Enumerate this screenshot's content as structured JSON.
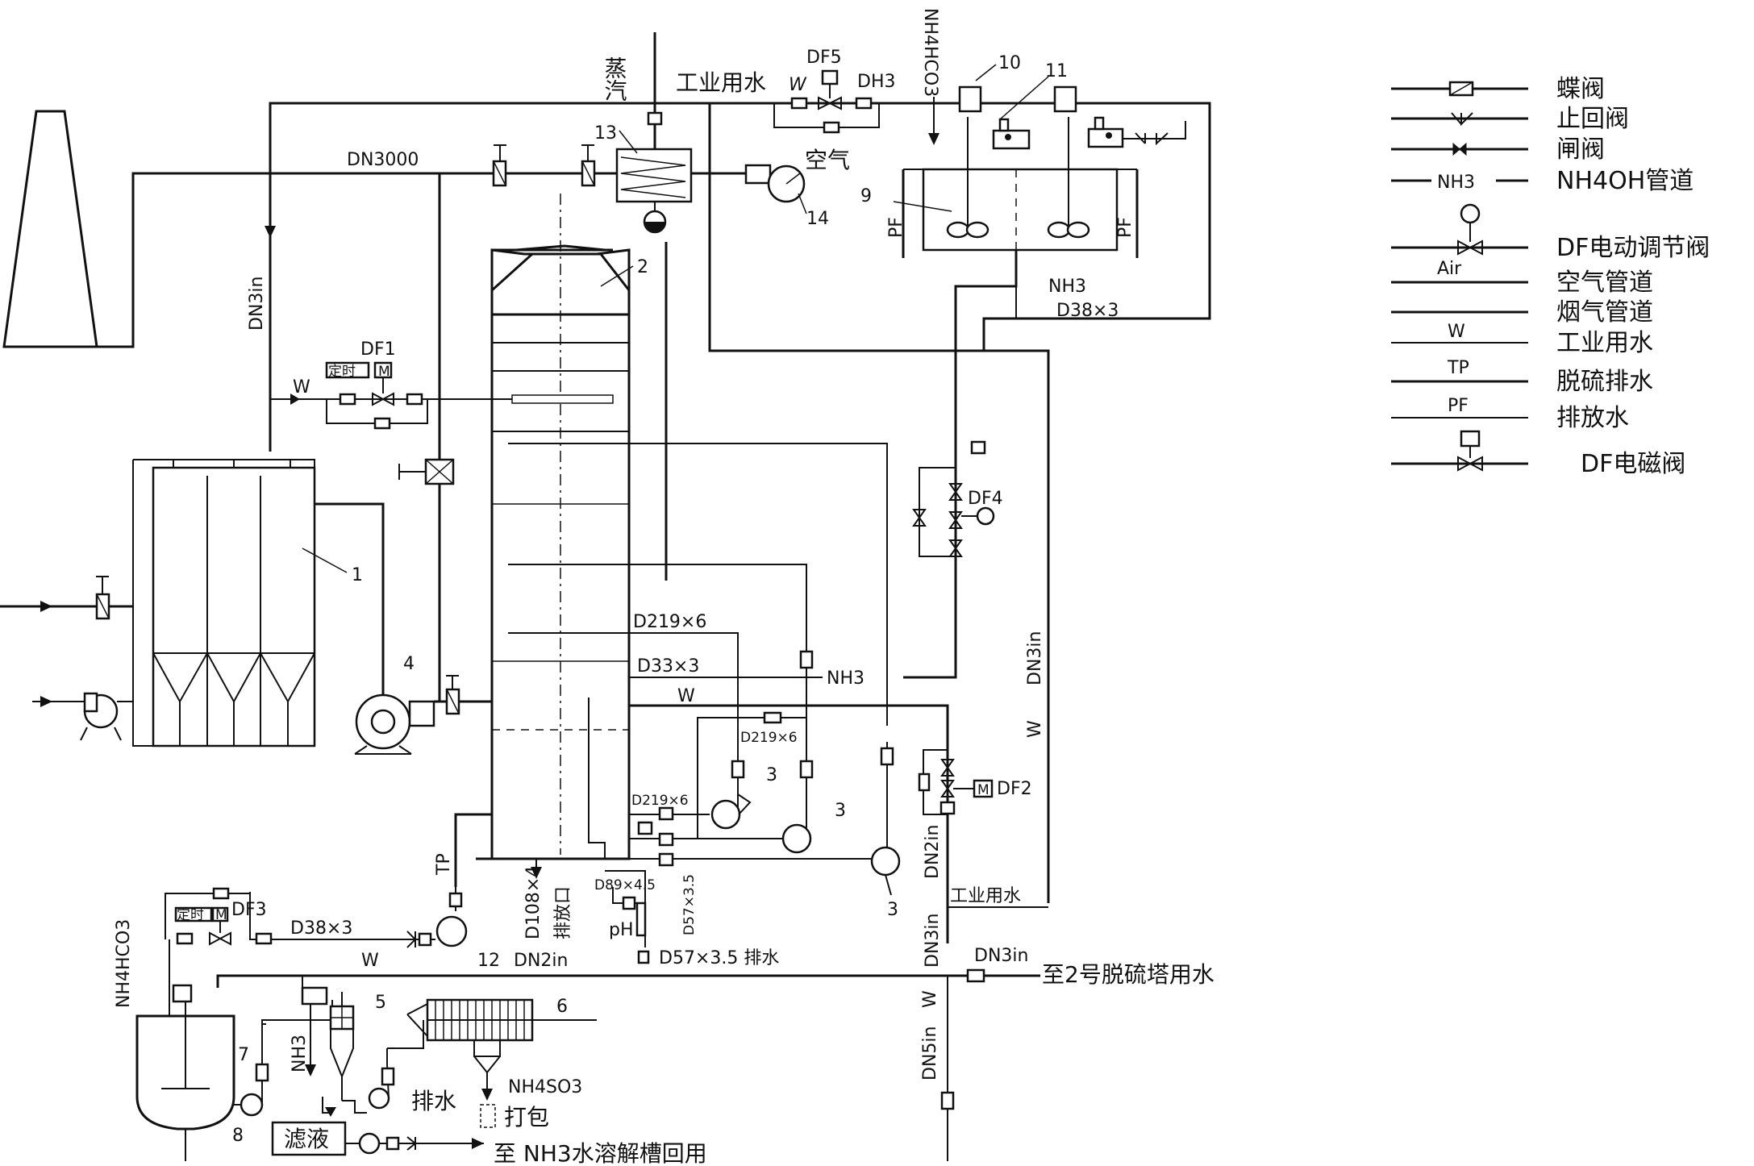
{
  "colors": {
    "ink": "#111111",
    "background": "#ffffff"
  },
  "labels": {
    "steam": "蒸汽",
    "industrial_water_top": "工业用水",
    "air": "空气",
    "nh4hco3_top": "NH4HCO3",
    "df5": "DF5",
    "dh3": "DH3",
    "w_top": "W",
    "dn3000": "DN3000",
    "dn3in_left": "DN3in",
    "df1": "DF1",
    "timer1": "定时",
    "w_df1": "W",
    "pf_left": "PF",
    "pf_right": "PF",
    "nh3_tank": "NH3",
    "d38x3_top": "D38×3",
    "df4": "DF4",
    "dn3in_right": "DN3in",
    "w_right": "W",
    "d219x6": "D219×6",
    "d33x3": "D33×3",
    "nh3_mid": "NH3",
    "w_mid": "W",
    "d219x6_small": "D219×6",
    "d219x6_small2": "D219×6",
    "df2": "DF2",
    "dn2in_right": "DN2in",
    "dn3in_mid": "DN3in",
    "industrial_water_mid": "工业用水",
    "tp": "TP",
    "d108x4": "D108×4",
    "discharge_port": "排放口",
    "d89x45": "D89×4.5",
    "d57x35": "D57×3.5",
    "ph": "pH",
    "d57x35_drain": "D57×3.5 排水",
    "dn2in_bottom": "DN2in",
    "df3": "DF3",
    "timer3": "定时",
    "d38x3_bottom": "D38×3",
    "w_bottom": "W",
    "nh4hco3_left": "NH4HCO3",
    "dn3in_bottom": "DN3in",
    "to_tower2": "至2号脱硫塔用水",
    "w_vert": "W",
    "dn5in": "DN5in",
    "nh3_bottom": "NH3",
    "drain": "排水",
    "nh4so3": "NH4SO3",
    "pack": "打包",
    "filtrate": "滤液",
    "return_to": "至 NH3水溶解槽回用",
    "n1": "1",
    "n2": "2",
    "n3a": "3",
    "n3b": "3",
    "n3c": "3",
    "n4": "4",
    "n5": "5",
    "n6": "6",
    "n7": "7",
    "n8": "8",
    "n9": "9",
    "n10": "10",
    "n11": "11",
    "n12": "12",
    "n13": "13",
    "n14": "14",
    "motor_m": "M"
  },
  "legend": [
    {
      "name": "蝶阀",
      "line_label": ""
    },
    {
      "name": "止回阀",
      "line_label": ""
    },
    {
      "name": "闸阀",
      "line_label": ""
    },
    {
      "name": "NH4OH管道",
      "line_label": "NH3"
    },
    {
      "name": "DF电动调节阀",
      "line_label": ""
    },
    {
      "name": "空气管道",
      "line_label": "Air"
    },
    {
      "name": "烟气管道",
      "line_label": ""
    },
    {
      "name": "工业用水",
      "line_label": "W"
    },
    {
      "name": "脱硫排水",
      "line_label": "TP"
    },
    {
      "name": "排放水",
      "line_label": "PF"
    },
    {
      "name": "DF电磁阀",
      "line_label": ""
    }
  ]
}
